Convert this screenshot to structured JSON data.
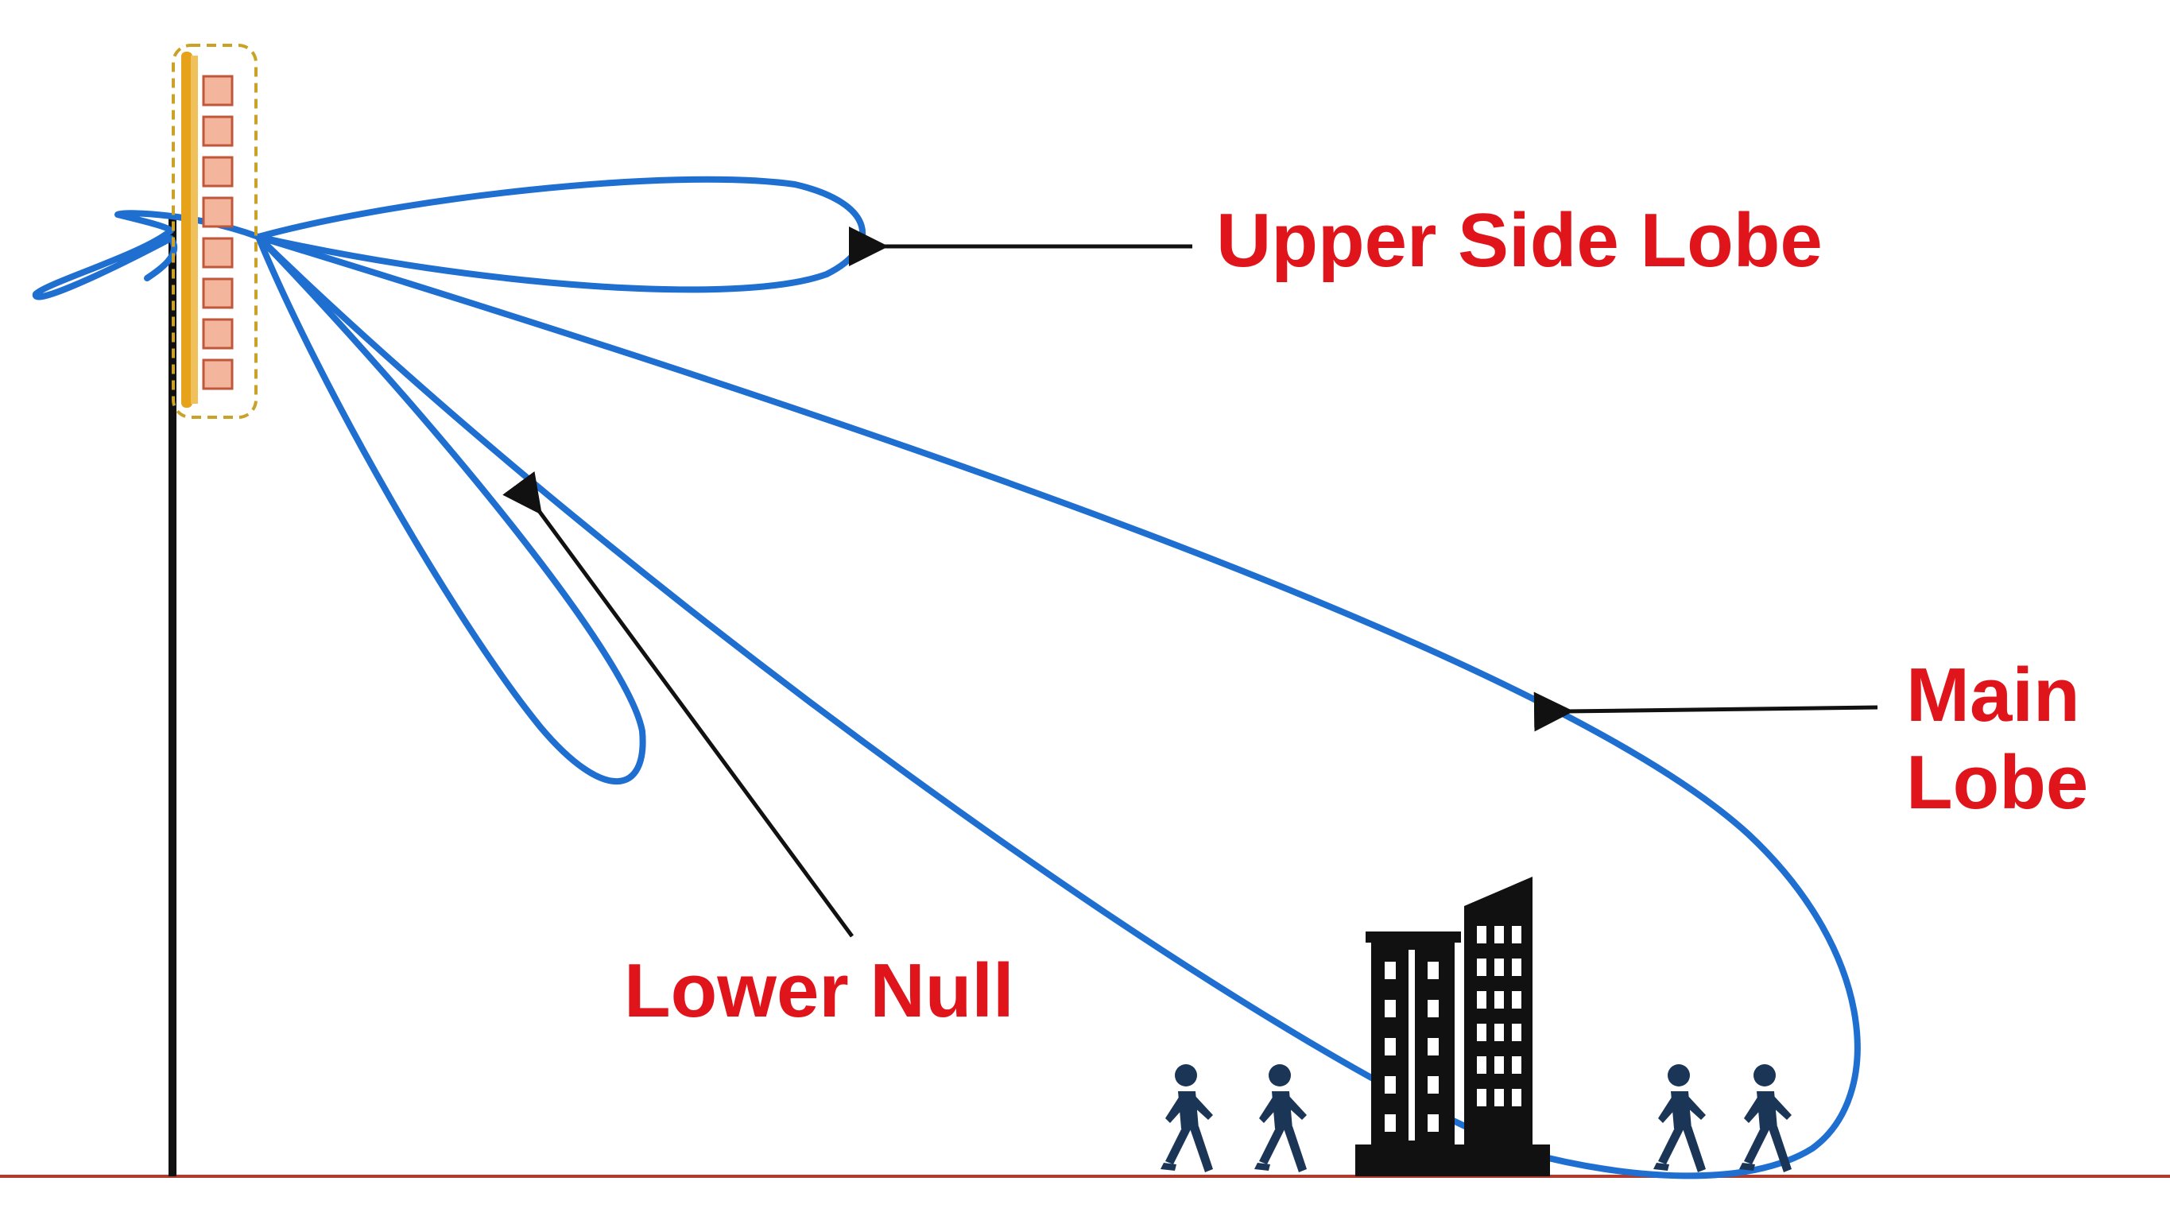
{
  "labels": {
    "upper_side_lobe": "Upper Side Lobe",
    "main_lobe_line1": "Main",
    "main_lobe_line2": "Lobe",
    "lower_null": "Lower Null"
  },
  "colors": {
    "label_red": "#e0141b",
    "lobe_blue": "#1f6fd1",
    "ground": "#b03a2e",
    "mast": "#111111",
    "antenna_body": "#e6a21a",
    "antenna_element": "#f4b59d",
    "silhouette": "#111111",
    "people": "#1b3557"
  },
  "icons": {
    "antenna": "antenna-panel-icon",
    "building": "building-icon",
    "people": "walking-person-icon"
  }
}
